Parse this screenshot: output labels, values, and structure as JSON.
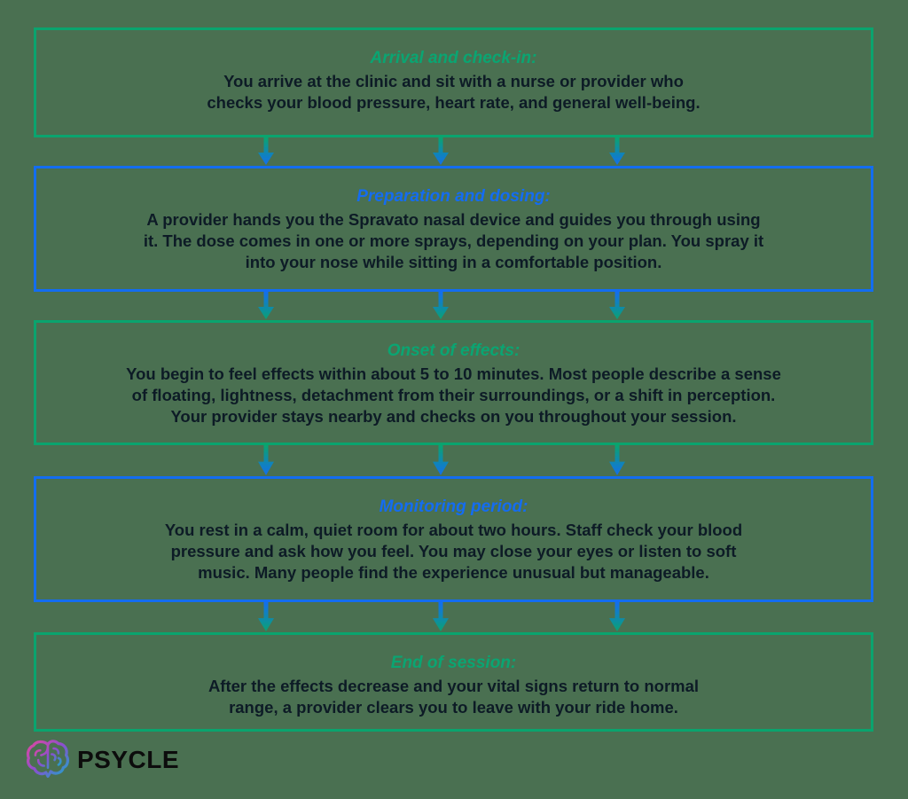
{
  "page": {
    "background_color": "#4a7051",
    "type": "flowchart"
  },
  "colors": {
    "green_accent": "#0aa46e",
    "blue_accent": "#136df0",
    "body_text": "#0d1b26",
    "logo_text": "#0c0c0c",
    "logo_gradient": [
      "#e0489e",
      "#8a4fd0",
      "#18a8c8"
    ]
  },
  "icons": {
    "arrow": "arrow-down-icon",
    "logo": "brain-icon"
  },
  "steps": [
    {
      "title": "Arrival and check-in:",
      "body": "You arrive at the clinic and sit with a nurse or provider who\nchecks your blood pressure, heart rate, and general well-being.",
      "accent": "green"
    },
    {
      "title": "Preparation and dosing:",
      "body": "A provider hands you the Spravato nasal device and guides you through using\nit. The dose comes in one or more sprays, depending on your plan. You spray it\ninto your nose while sitting in a comfortable position.",
      "accent": "blue"
    },
    {
      "title": "Onset of effects:",
      "body": "You begin to feel effects within about 5 to 10 minutes. Most people describe a sense\nof floating, lightness, detachment from their surroundings, or a shift in perception.\nYour provider stays nearby and checks on you throughout your session.",
      "accent": "green"
    },
    {
      "title": "Monitoring period:",
      "body": "You rest in a calm, quiet room for about two hours. Staff check your blood\npressure and ask how you feel. You may close your eyes or listen to soft\nmusic. Many people find the experience unusual but manageable.",
      "accent": "blue"
    },
    {
      "title": "End of session:",
      "body": "After the effects decrease and your vital signs return to normal\nrange, a provider clears you to leave with your ride home.",
      "accent": "green"
    }
  ],
  "logo": {
    "text": "PSYCLE"
  }
}
